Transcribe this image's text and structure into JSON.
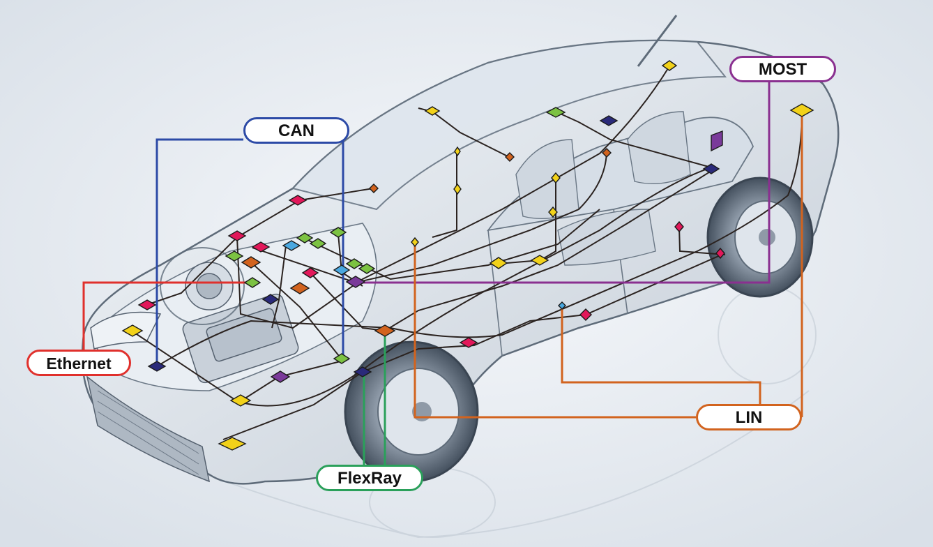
{
  "networks": {
    "can": {
      "label": "CAN",
      "color": "#2c4aa6"
    },
    "most": {
      "label": "MOST",
      "color": "#8a3090"
    },
    "ethernet": {
      "label": "Ethernet",
      "color": "#e0302c"
    },
    "lin": {
      "label": "LIN",
      "color": "#d2631e"
    },
    "flexray": {
      "label": "FlexRay",
      "color": "#2aa05a"
    }
  },
  "ecu_colors": {
    "yellow": "#f2d21a",
    "green": "#7cc242",
    "pink": "#e2185a",
    "orange": "#d2631e",
    "navy": "#2a2a7a",
    "purple": "#7a3a9a",
    "lightblue": "#4aa8e0"
  },
  "background": "#e9edf2",
  "wire_color": "#2b2320"
}
